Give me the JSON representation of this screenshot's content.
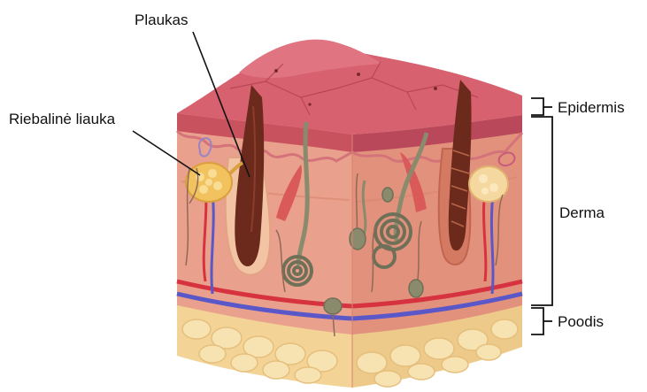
{
  "labels": {
    "hair": "Plaukas",
    "sebaceous_gland": "Riebalinė liauka",
    "epidermis": "Epidermis",
    "dermis": "Derma",
    "hypodermis": "Poodis"
  },
  "colors": {
    "epidermis_top": "#d8616f",
    "epidermis_edge": "#c9525f",
    "dermis": "#e9a08c",
    "dermis_side": "#e2917d",
    "fat": "#f3d496",
    "fat_cell": "#f7e3b2",
    "hair": "#6b2a1c",
    "gland": "#f2c25f",
    "artery": "#d7323f",
    "vein": "#5a57c8",
    "sweat_gland": "#8a8a6c"
  }
}
